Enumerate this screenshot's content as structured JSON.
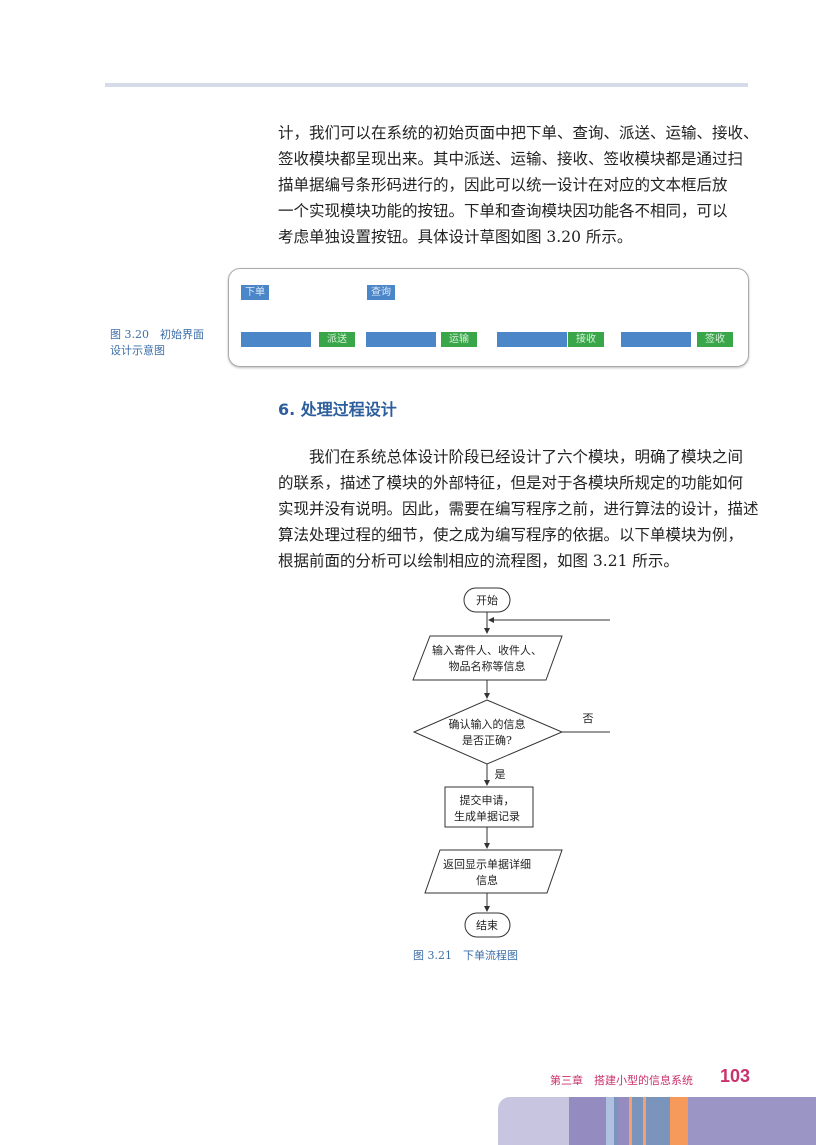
{
  "paragraph1": [
    "计，我们可以在系统的初始页面中把下单、查询、派送、运输、接收、",
    "签收模块都呈现出来。其中派送、运输、接收、签收模块都是通过扫",
    "描单据编号条形码进行的，因此可以统一设计在对应的文本框后放",
    "一个实现模块功能的按钮。下单和查询模块因功能各不相同，可以",
    "考虑单独设置按钮。具体设计草图如图 3.20 所示。"
  ],
  "figure320": {
    "caption_line1": "图 3.20　初始界面",
    "caption_line2": "设计示意图",
    "top_buttons": [
      "下单",
      "查询"
    ],
    "module_buttons": [
      "派送",
      "运输",
      "接收",
      "签收"
    ]
  },
  "section_heading": "6. 处理过程设计",
  "paragraph2": [
    "我们在系统总体设计阶段已经设计了六个模块，明确了模块之间",
    "的联系，描述了模块的外部特征，但是对于各模块所规定的功能如何",
    "实现并没有说明。因此，需要在编写程序之前，进行算法的设计，描述",
    "算法处理过程的细节，使之成为编写程序的依据。以下单模块为例，",
    "根据前面的分析可以绘制相应的流程图，如图 3.21 所示。"
  ],
  "flowchart": {
    "start": "开始",
    "input_line1": "输入寄件人、收件人、",
    "input_line2": "物品名称等信息",
    "decision_line1": "确认输入的信息",
    "decision_line2": "是否正确?",
    "no_label": "否",
    "yes_label": "是",
    "process_line1": "提交申请，",
    "process_line2": "生成单据记录",
    "output_line1": "返回显示单据详细",
    "output_line2": "信息",
    "end": "结束",
    "caption": "图 3.21　下单流程图"
  },
  "footer": {
    "chapter": "第三章　搭建小型的信息系统",
    "page_number": "103"
  },
  "colors": {
    "accent_blue": "#2c5d9c",
    "footer_pink": "#c9326b",
    "ui_blue": "#4a86c8",
    "ui_green": "#3aa64a"
  }
}
